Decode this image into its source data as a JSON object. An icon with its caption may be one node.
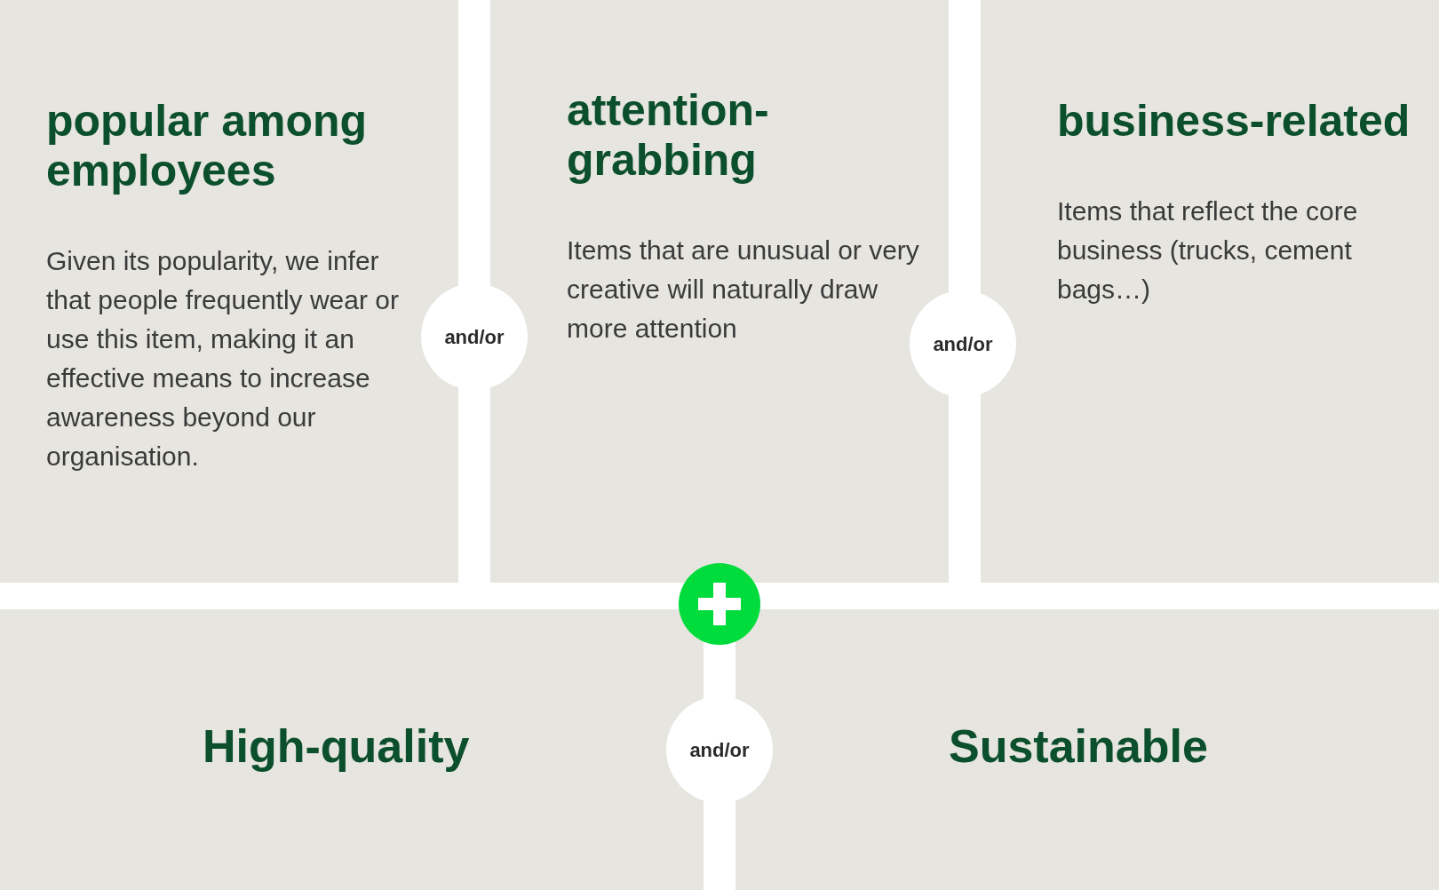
{
  "diagram": {
    "nodes": [
      {
        "text": [
          "popular among employees",
          "Given its popularity, we infer that people frequently wear or use this item, making it an effective means to increase awareness beyond our organisation."
        ]
      },
      {
        "text": [
          "attention-grabbing",
          "Items that are unusual or very creative will naturally draw more attention"
        ]
      },
      {
        "text": [
          "business-related",
          "Items that reflect the core business (trucks, cement bags…)"
        ]
      },
      {
        "text": [
          "High-quality"
        ]
      },
      {
        "text": [
          "Sustainable"
        ]
      },
      {
        "text": [
          "and/or"
        ]
      },
      {
        "text": [
          "and/or"
        ]
      },
      {
        "text": [],
        "shape": "circle"
      },
      {
        "text": [
          "and/or"
        ]
      }
    ]
  }
}
